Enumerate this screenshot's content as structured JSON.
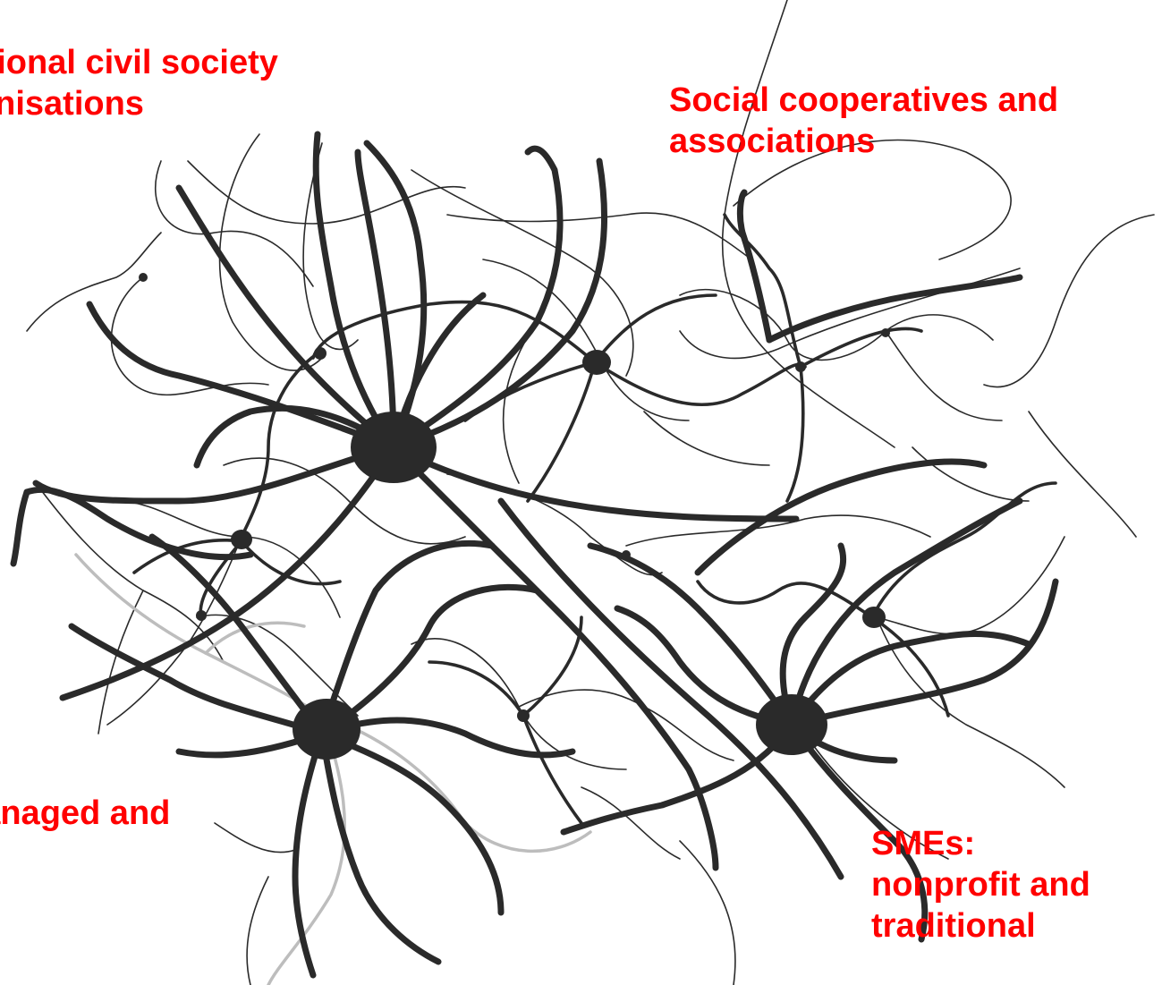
{
  "colors": {
    "label": "#ff0000",
    "network_dark": "#2a2a2a",
    "network_light": "#bdbdbd",
    "background": "#ffffff"
  },
  "labels": {
    "top_left": [
      "itional civil society",
      "anisations"
    ],
    "top_right": [
      "Social cooperatives and",
      "associations"
    ],
    "bottom_left": [
      "nanaged and"
    ],
    "bottom_right": [
      "SMEs:",
      "nonprofit and",
      "traditional"
    ]
  },
  "illustration": {
    "subject": "network of interconnected neurons",
    "icon": "neuron-network-illustration",
    "neuron_count": 9
  }
}
